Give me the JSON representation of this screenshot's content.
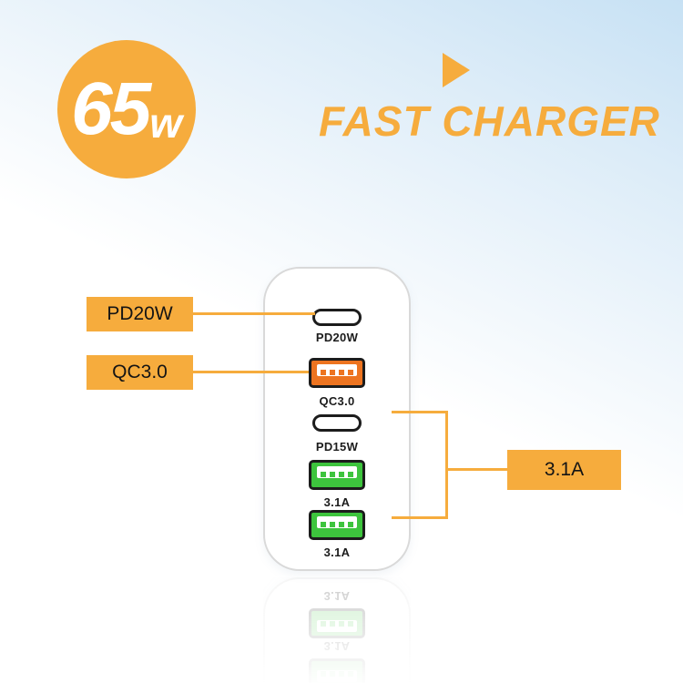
{
  "colors": {
    "accent": "#F6AC3D",
    "port-orange": "#ED7420",
    "port-green": "#3DC43D",
    "text-dark": "#1A1A1A"
  },
  "badge": {
    "value": "65",
    "unit": "w"
  },
  "headline": "FAST CHARGER",
  "charger": {
    "ports": [
      {
        "type": "usb-c",
        "label": "PD20W"
      },
      {
        "type": "usb-a",
        "label": "QC3.0",
        "color": "#ED7420"
      },
      {
        "type": "usb-c",
        "label": "PD15W"
      },
      {
        "type": "usb-a",
        "label": "3.1A",
        "color": "#3DC43D"
      },
      {
        "type": "usb-a",
        "label": "3.1A",
        "color": "#3DC43D"
      }
    ]
  },
  "callouts": {
    "left": [
      {
        "label": "PD20W"
      },
      {
        "label": "QC3.0"
      }
    ],
    "right": {
      "label": "3.1A"
    }
  }
}
